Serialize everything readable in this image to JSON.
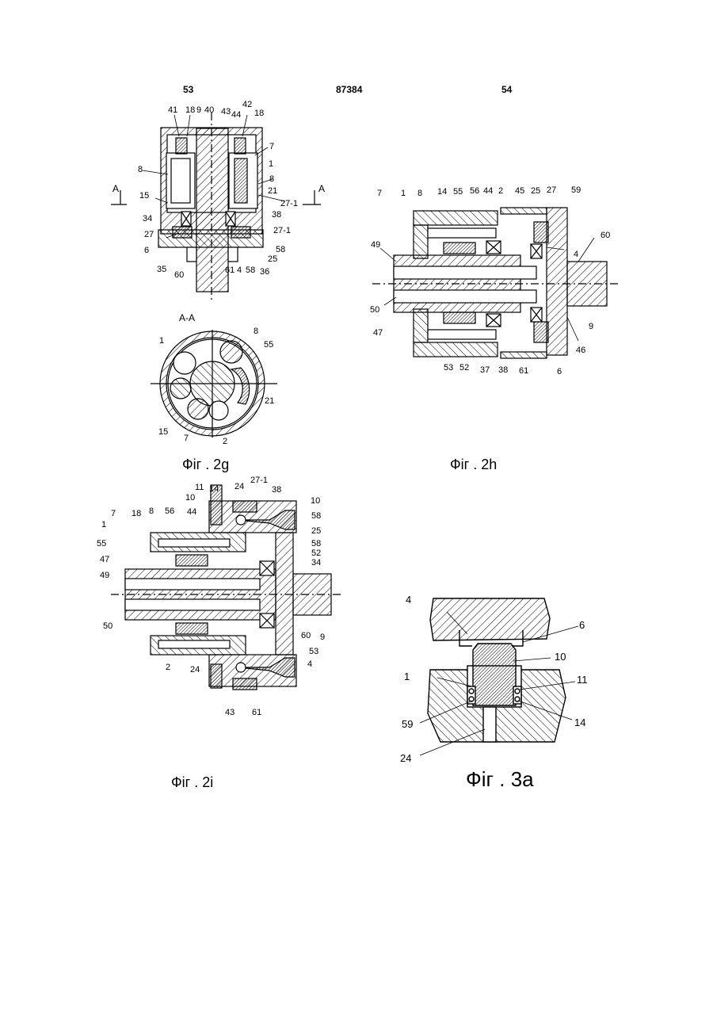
{
  "header": {
    "page_left": "53",
    "patent_number": "87384",
    "page_right": "54"
  },
  "figures": {
    "fig2g": {
      "caption": "Фіг . 2g",
      "section_marker": "A",
      "section_title": "A-A",
      "labels": [
        "41",
        "18",
        "9",
        "40",
        "43",
        "44",
        "42",
        "18",
        "7",
        "1",
        "8",
        "8",
        "21",
        "27-1",
        "38",
        "27-1",
        "15",
        "34",
        "27",
        "6",
        "35",
        "60",
        "61",
        "4",
        "58",
        "36",
        "25",
        "58",
        "A-A",
        "8",
        "55",
        "1",
        "21",
        "15",
        "7",
        "2"
      ]
    },
    "fig2h": {
      "caption": "Фіг . 2h",
      "labels": [
        "7",
        "1",
        "8",
        "14",
        "55",
        "56",
        "44",
        "2",
        "45",
        "25",
        "27",
        "59",
        "60",
        "49",
        "4",
        "9",
        "50",
        "47",
        "46",
        "53",
        "52",
        "37",
        "38",
        "61",
        "6"
      ]
    },
    "fig2i": {
      "caption": "Фіг . 2i",
      "labels": [
        "11",
        "14",
        "24",
        "27-1",
        "38",
        "10",
        "10",
        "7",
        "18",
        "8",
        "56",
        "44",
        "58",
        "1",
        "25",
        "55",
        "58",
        "47",
        "52",
        "34",
        "49",
        "50",
        "60",
        "9",
        "53",
        "4",
        "2",
        "24",
        "43",
        "61"
      ]
    },
    "fig3a": {
      "caption": "Фіг . 3а",
      "labels": [
        "4",
        "6",
        "10",
        "1",
        "11",
        "59",
        "14",
        "24"
      ]
    }
  }
}
